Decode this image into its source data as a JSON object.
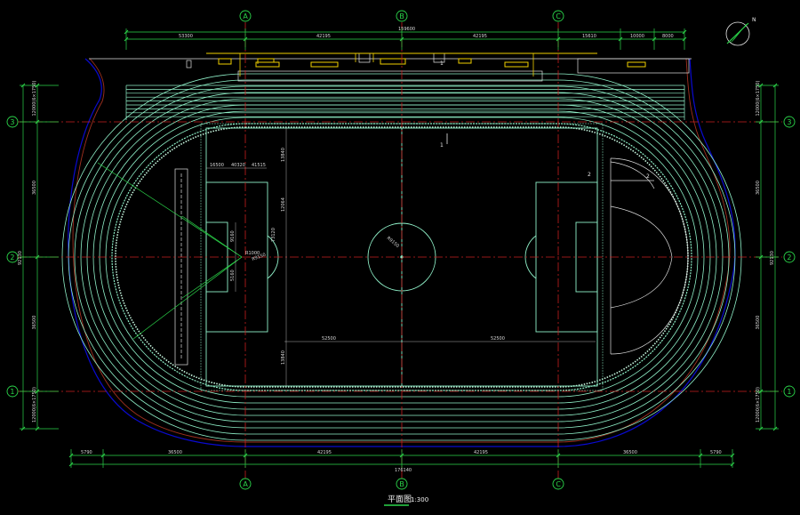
{
  "drawing": {
    "title": "平面图",
    "scale": "1:300",
    "north_label": "N",
    "colors": {
      "background": "#000000",
      "grid_axis": "#c82020",
      "dimension": "#2bd64a",
      "track": "#8ff0c8",
      "building": "#f0d000",
      "outer_wall": "#0000cc",
      "text": "#e8e8e8"
    }
  },
  "axes": {
    "columns": [
      "A",
      "B",
      "C"
    ],
    "rows": [
      "3",
      "2",
      "1"
    ]
  },
  "dimensions": {
    "top_total": "159600",
    "top_segments": [
      "53300",
      "42195",
      "42195",
      "15610",
      "10000",
      "8000"
    ],
    "bottom_total": "176140",
    "bottom_segments": [
      "5790",
      "36500",
      "42195",
      "42195",
      "36500",
      "5790"
    ],
    "left_total": "92130",
    "left_segments": [
      "12000(6×1750)",
      "36500",
      "36500",
      "12000(6×1750)"
    ],
    "right_total": "92130",
    "right_segments": [
      "12000(6×1750)",
      "36500",
      "36500",
      "12000(6×1750)"
    ]
  },
  "field_dims": {
    "penalty_top": [
      "16500",
      "40320",
      "41515"
    ],
    "field_width": "73120",
    "half_lengths": [
      "52500",
      "52500"
    ],
    "vertical_left": [
      "13840",
      "12064",
      "13840"
    ],
    "goal_area": [
      "9160",
      "5160"
    ],
    "center_circle": "R9150",
    "radius_label_1": "R1000",
    "radius_label_2": "R9150"
  },
  "labels": {
    "mark_1": "1",
    "mark_2": "2",
    "side_mark": "2"
  }
}
